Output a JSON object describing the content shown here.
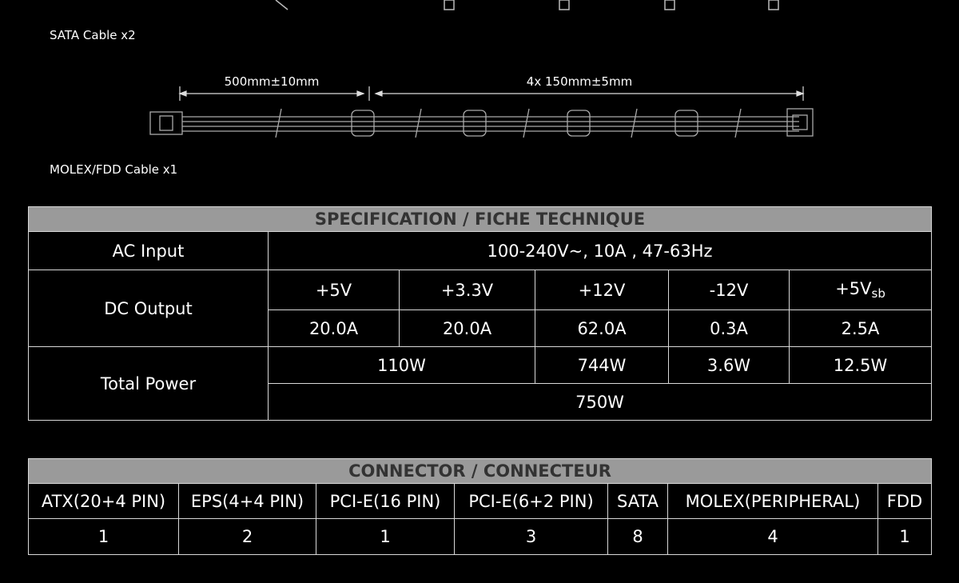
{
  "captions": {
    "sata": "SATA Cable x2",
    "molex": "MOLEX/FDD Cable x1"
  },
  "diagram": {
    "length_first": "500mm±10mm",
    "length_second": "4x 150mm±5mm"
  },
  "spec": {
    "title": "SPECIFICATION / FICHE TECHNIQUE",
    "ac_input_label": "AC Input",
    "ac_input_value": "100-240V~, 10A , 47-63Hz",
    "dc_output_label": "DC Output",
    "rails": [
      {
        "name": "+5V",
        "current": "20.0A"
      },
      {
        "name": "+3.3V",
        "current": "20.0A"
      },
      {
        "name": "+12V",
        "current": "62.0A"
      },
      {
        "name": "-12V",
        "current": "0.3A"
      },
      {
        "name": "+5V",
        "sub": "sb",
        "current": "2.5A"
      }
    ],
    "total_power_label": "Total Power",
    "power_combined_5v_33v": "110W",
    "power_12v": "744W",
    "power_neg12v": "3.6W",
    "power_5vsb": "12.5W",
    "power_total": "750W"
  },
  "connector": {
    "title": "CONNECTOR / CONNECTEUR",
    "headers": [
      "ATX(20+4 PIN)",
      "EPS(4+4 PIN)",
      "PCI-E(16 PIN)",
      "PCI-E(6+2 PIN)",
      "SATA",
      "MOLEX(PERIPHERAL)",
      "FDD"
    ],
    "counts": [
      "1",
      "2",
      "1",
      "3",
      "8",
      "4",
      "1"
    ]
  }
}
